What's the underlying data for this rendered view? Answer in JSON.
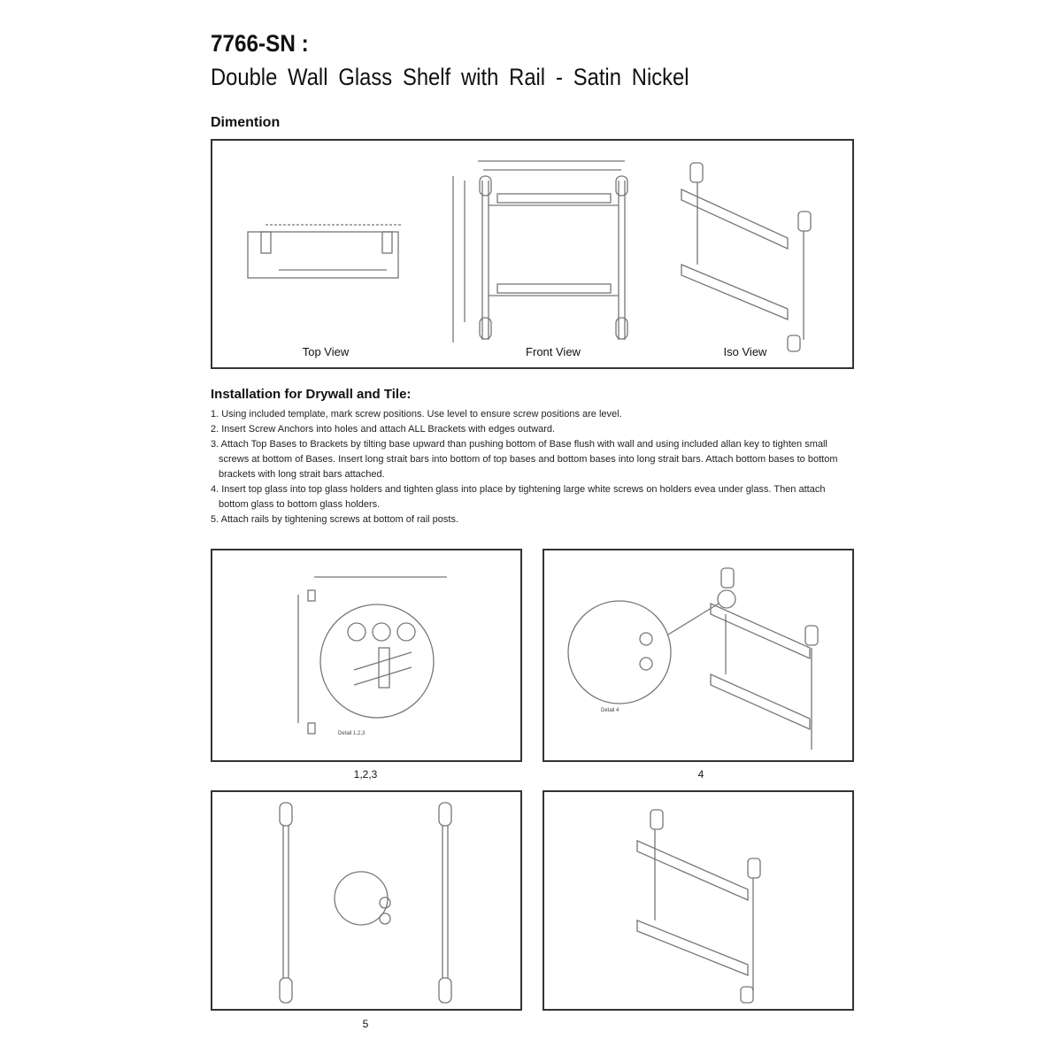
{
  "header": {
    "model": "7766-SN :",
    "product": "Double Wall Glass Shelf with Rail - Satin Nickel"
  },
  "dimension": {
    "heading": "Dimention",
    "views": [
      "Top View",
      "Front View",
      "Iso View"
    ]
  },
  "installation": {
    "heading": "Installation for Drywall and Tile:",
    "steps": [
      "1. Using included template, mark screw positions. Use level to ensure screw positions are level.",
      "2. Insert Screw Anchors into holes and attach ALL Brackets with edges outward.",
      "3. Attach Top Bases to Brackets by tilting base upward than pushing bottom of Base flush with wall and using included allan key to tighten small screws at bottom of Bases. Insert long strait bars into bottom of top bases and bottom bases into long strait bars. Attach bottom bases to bottom brackets with long strait bars attached.",
      "4. Insert top glass into top glass holders and tighten glass into place by tightening large white screws on holders evea under glass. Then attach bottom glass to bottom glass holders.",
      "5. Attach rails by tightening screws at bottom of rail posts."
    ]
  },
  "steps_figures": {
    "captions": [
      "1,2,3",
      "4",
      "5"
    ],
    "details": [
      "Detail 1,2,3",
      "Detail 4"
    ]
  }
}
